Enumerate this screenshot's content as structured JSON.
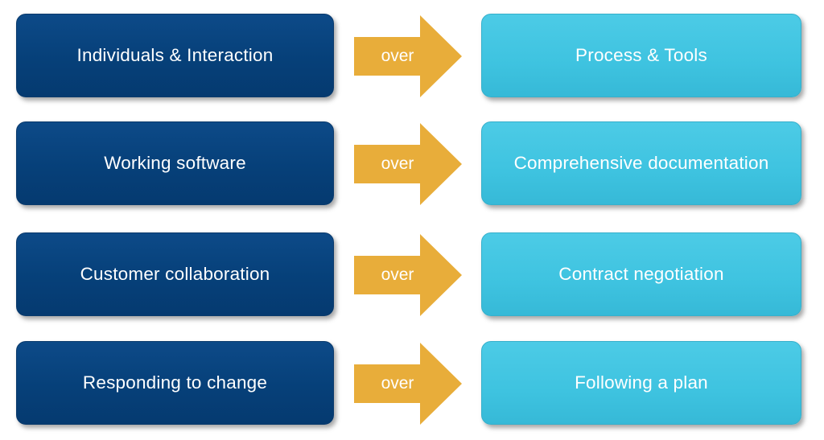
{
  "rows": [
    {
      "left": "Individuals & Interaction",
      "connector": "over",
      "right": "Process & Tools"
    },
    {
      "left": "Working software",
      "connector": "over",
      "right": "Comprehensive documentation"
    },
    {
      "left": "Customer collaboration",
      "connector": "over",
      "right": "Contract negotiation"
    },
    {
      "left": "Responding to change",
      "connector": "over",
      "right": "Following a plan"
    }
  ],
  "colors": {
    "left_box": "#064079",
    "right_box": "#3ec3e0",
    "arrow": "#e8ad3a"
  }
}
